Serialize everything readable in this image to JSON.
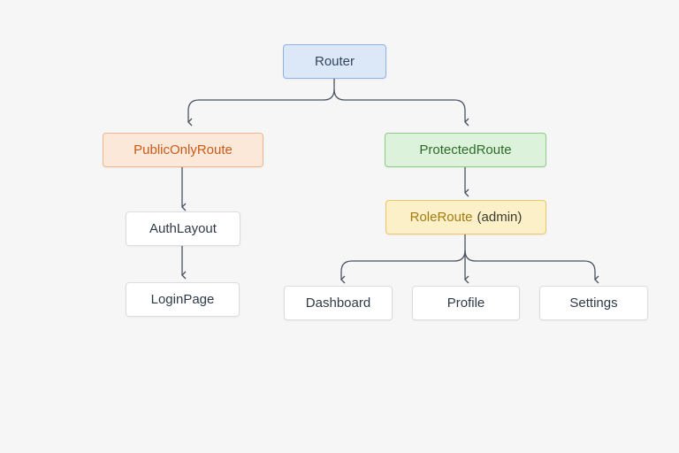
{
  "diagram": {
    "nodes": {
      "router": "Router",
      "public_only_route": "PublicOnlyRoute",
      "auth_layout": "AuthLayout",
      "login_page": "LoginPage",
      "protected_route": "ProtectedRoute",
      "role_route": "RoleRoute",
      "role_route_param": "(admin)",
      "dashboard": "Dashboard",
      "profile": "Profile",
      "settings": "Settings"
    },
    "edges": [
      {
        "from": "Router",
        "to": "PublicOnlyRoute"
      },
      {
        "from": "Router",
        "to": "ProtectedRoute"
      },
      {
        "from": "PublicOnlyRoute",
        "to": "AuthLayout"
      },
      {
        "from": "AuthLayout",
        "to": "LoginPage"
      },
      {
        "from": "ProtectedRoute",
        "to": "RoleRoute"
      },
      {
        "from": "RoleRoute",
        "to": "Dashboard"
      },
      {
        "from": "RoleRoute",
        "to": "Profile"
      },
      {
        "from": "RoleRoute",
        "to": "Settings"
      }
    ],
    "colors": {
      "router": "#dce8f8",
      "public_only_route": "#fce8d8",
      "protected_route": "#dcf2da",
      "role_route": "#fcf0c8",
      "leaf": "#ffffff",
      "edge": "#4a5360"
    }
  }
}
